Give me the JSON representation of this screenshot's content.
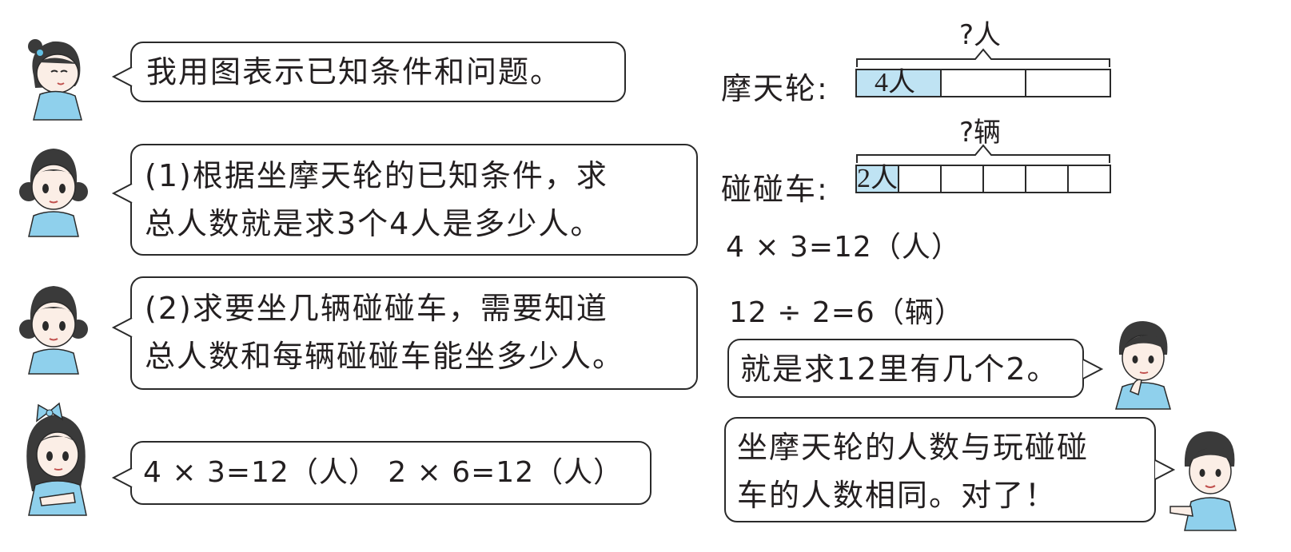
{
  "left_panel": {
    "bubble1": {
      "line1": "我用图表示已知条件和问题。"
    },
    "bubble2": {
      "line1": "(1)根据坐摩天轮的已知条件，求",
      "line2": "总人数就是求3个4人是多少人。"
    },
    "bubble3": {
      "line1": "(2)求要坐几辆碰碰车，需要知道",
      "line2": "总人数和每辆碰碰车能坐多少人。"
    },
    "bubble4": {
      "line1": "4 × 3=12（人） 2 × 6=12（人）"
    }
  },
  "diagram": {
    "ferris": {
      "label": "摩天轮:",
      "question": "?人",
      "first_cell": "4人",
      "segments": 3
    },
    "bumper": {
      "label": "碰碰车:",
      "question": "?辆",
      "first_cell": "2人",
      "segments": 6
    },
    "fill_color": "#bfe3f3"
  },
  "equations": {
    "eq1": "4 × 3=12（人）",
    "eq2": "12 ÷ 2=6（辆）"
  },
  "right_panel": {
    "bubble5": {
      "line1": "就是求12里有几个2。"
    },
    "bubble6": {
      "line1": "坐摩天轮的人数与玩碰碰",
      "line2": "车的人数相同。对了！"
    }
  }
}
